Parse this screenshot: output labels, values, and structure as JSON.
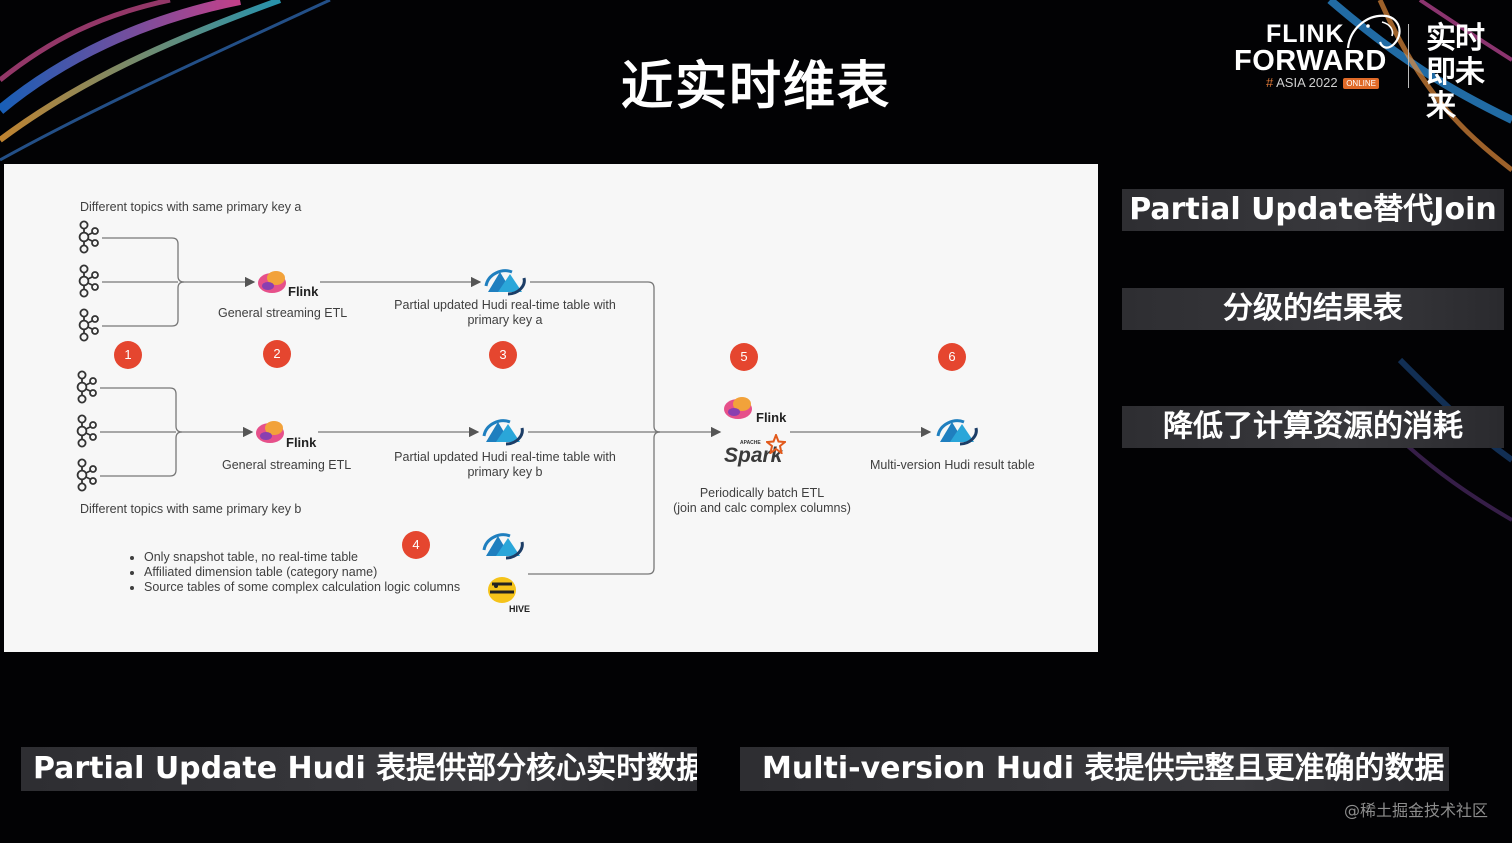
{
  "slide": {
    "title": "近实时维表"
  },
  "logo": {
    "line1": "FLINK",
    "line2": "FORWARD",
    "hashtag": "# ",
    "asia": "ASIA 2022",
    "online": "ONLINE",
    "cn": "实时即未来"
  },
  "diagram": {
    "top_group_label": "Different topics with same primary key a",
    "bottom_group_label": "Different topics with same primary key b",
    "flink_label": "Flink",
    "etl_a": "General streaming ETL",
    "etl_b": "General streaming ETL",
    "hudi_a": "Partial updated Hudi real-time table with primary key a",
    "hudi_b": "Partial updated Hudi real-time table with primary key b",
    "batch_etl_line1": "Periodically batch ETL",
    "batch_etl_line2": "(join and calc complex columns)",
    "result_table": "Multi-version Hudi result table",
    "spark_label": "Spark",
    "spark_apache": "APACHE",
    "hive_label": "HIVE",
    "bullets": [
      "Only snapshot table, no real-time table",
      "Affiliated dimension table (category name)",
      "Source tables of some complex calculation logic columns"
    ],
    "badges": [
      "1",
      "2",
      "3",
      "4",
      "5",
      "6"
    ]
  },
  "side_points": [
    "Partial Update替代Join",
    "分级的结果表",
    "降低了计算资源的消耗"
  ],
  "bottom_points": [
    "Partial Update Hudi 表提供部分核心实时数据",
    "Multi-version Hudi 表提供完整且更准确的数据"
  ],
  "watermark": "@稀土掘金技术社区",
  "colors": {
    "badge": "#e5462f",
    "panel": "#f7f7f7",
    "background": "#020204",
    "bar": "#333337"
  }
}
